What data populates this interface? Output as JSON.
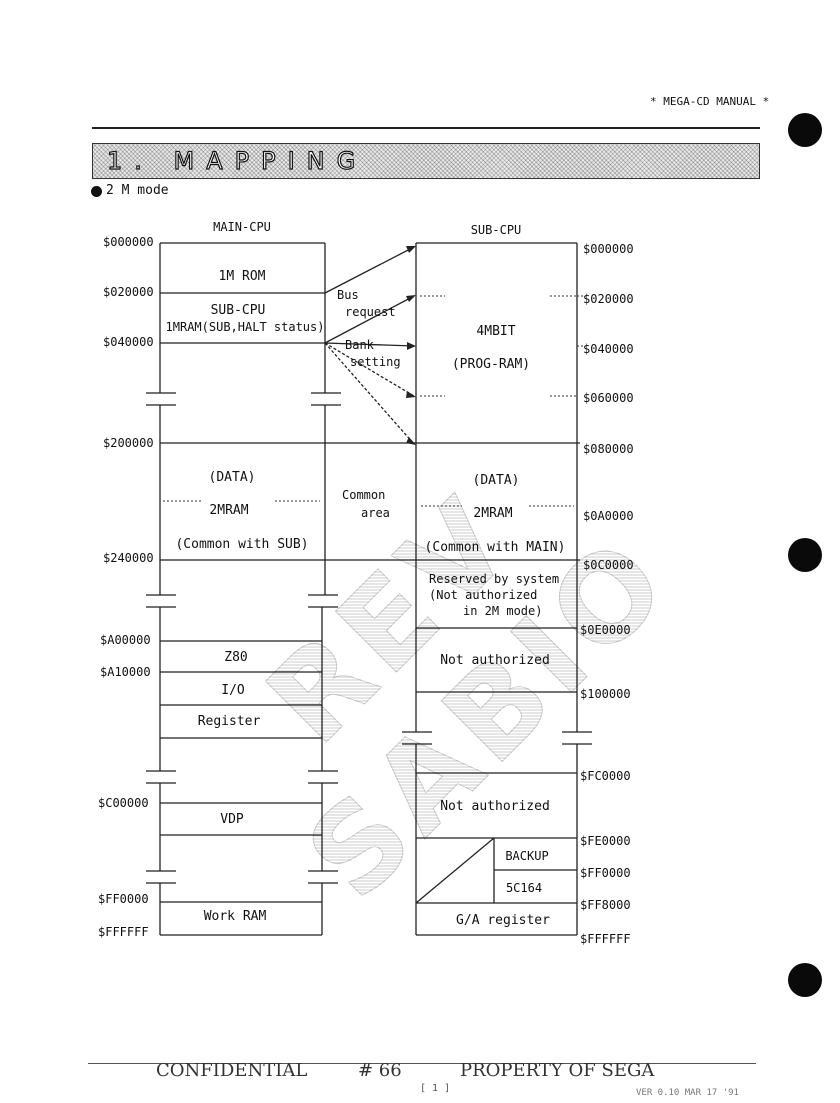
{
  "header": {
    "manual_title": "* MEGA-CD MANUAL *",
    "section_title": "1. MAPPING",
    "mode_label": "2 M mode"
  },
  "main_cpu": {
    "title": "MAIN-CPU",
    "addresses": [
      "$000000",
      "$020000",
      "$040000",
      "$200000",
      "$240000",
      "$A00000",
      "$A10000",
      "$C00000",
      "$FF0000",
      "$FFFFFF"
    ],
    "blocks": {
      "rom": "1M ROM",
      "subcpu_line1": "SUB-CPU",
      "subcpu_line2": "1MRAM(SUB,HALT status)",
      "data": "(DATA)",
      "ram2m": "2MRAM",
      "common": "(Common with SUB)",
      "z80": "Z80",
      "io": "I/O",
      "register": "Register",
      "vdp": "VDP",
      "work_ram": "Work RAM"
    }
  },
  "sub_cpu": {
    "title": "SUB-CPU",
    "addresses": [
      "$000000",
      "$020000",
      "$040000",
      "$060000",
      "$080000",
      "$0A0000",
      "$0C0000",
      "$0E0000",
      "$100000",
      "$FC0000",
      "$FE0000",
      "$FF0000",
      "$FF8000",
      "$FFFFFF"
    ],
    "blocks": {
      "prog_line1": "4MBIT",
      "prog_line2": "(PROG-RAM)",
      "data": "(DATA)",
      "ram2m": "2MRAM",
      "common": "(Common with MAIN)",
      "reserved_line1": "Reserved by system",
      "reserved_line2": "(Not authorized",
      "reserved_line3": "in 2M mode)",
      "not_auth1": "Not authorized",
      "not_auth2": "Not authorized",
      "backup": "BACKUP",
      "c164": "5C164",
      "ga_register": "G/A  register"
    }
  },
  "connectors": {
    "bus_line1": "Bus",
    "bus_line2": "request",
    "bank_line1": "Bank",
    "bank_line2": "setting",
    "common_line1": "Common",
    "common_line2": "area"
  },
  "watermark": "REV SABIO",
  "footer": {
    "confidential": "CONFIDENTIAL",
    "page": "# 66",
    "property": "PROPERTY OF SEGA",
    "bracket": "[ 1 ]",
    "stamp": "VER 0.10 MAR 17 '91"
  }
}
